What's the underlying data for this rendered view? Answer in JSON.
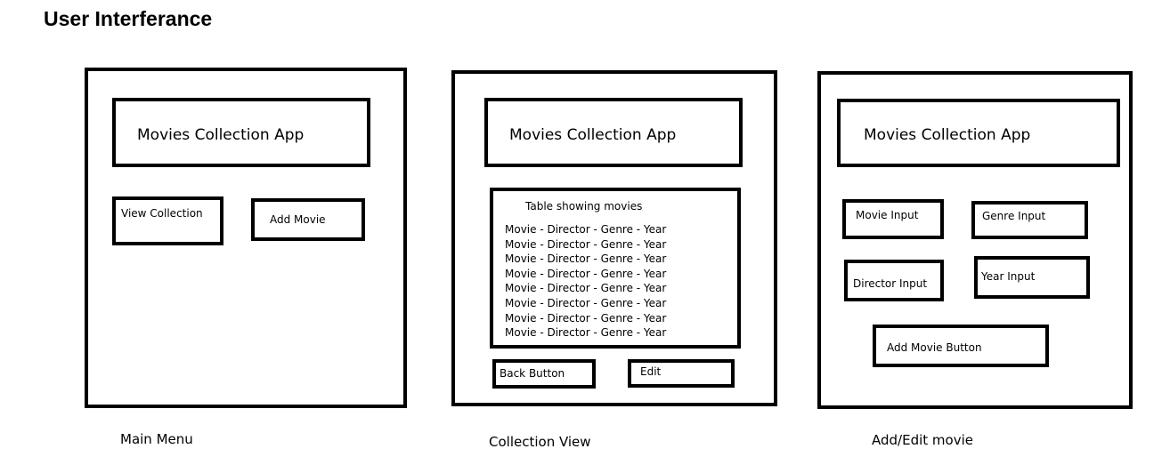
{
  "heading": "User Interferance",
  "screens": {
    "main_menu": {
      "title": "Movies Collection App",
      "view_collection": "View Collection",
      "add_movie": "Add Movie",
      "caption": "Main Menu"
    },
    "collection_view": {
      "title": "Movies Collection App",
      "table_title": "Table showing movies",
      "rows": [
        "Movie  - Director - Genre - Year",
        "Movie  - Director - Genre - Year",
        "Movie  - Director - Genre - Year",
        "Movie  - Director - Genre - Year",
        "Movie  - Director - Genre - Year",
        "Movie  - Director - Genre - Year",
        "Movie  - Director - Genre - Year",
        "Movie  - Director - Genre - Year"
      ],
      "back_button": "Back Button",
      "edit_button": "Edit",
      "caption": "Collection View"
    },
    "add_edit": {
      "title": "Movies Collection App",
      "movie_input": "Movie Input",
      "genre_input": "Genre Input",
      "director_input": "Director Input",
      "year_input": "Year Input",
      "add_button": "Add Movie Button",
      "caption": "Add/Edit movie"
    }
  }
}
